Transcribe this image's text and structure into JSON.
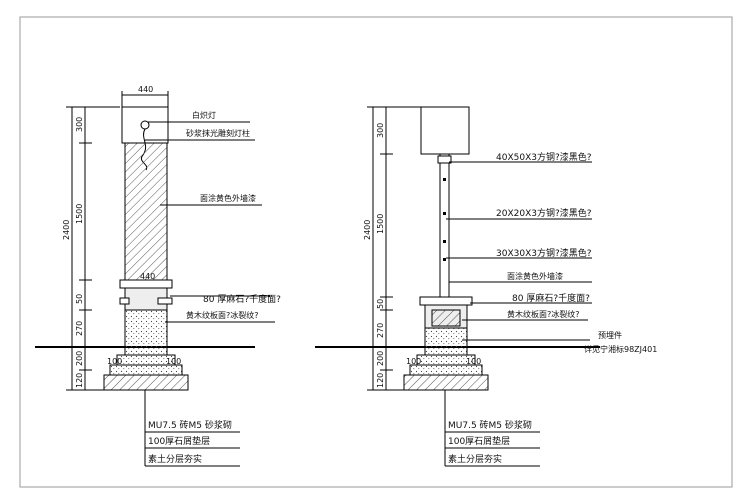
{
  "left": {
    "top_width": "440",
    "total_height": "2400",
    "segments": [
      "300",
      "1500",
      "50",
      "270",
      "200",
      "120"
    ],
    "mid_width": "440",
    "footing_dims": [
      "100",
      "100"
    ],
    "callouts": [
      "白炽灯",
      "砂浆抹光雕刻灯柱",
      "面涂黄色外墙漆",
      "80 厚麻石?千度面?",
      "黄木纹板面?冰裂纹?"
    ],
    "notes": [
      "MU7.5 砖M5 砂浆砌",
      "100厚石屑垫层",
      "素土分层夯实"
    ]
  },
  "right": {
    "total_height": "2400",
    "segments": [
      "300",
      "1500",
      "50",
      "270",
      "200",
      "120"
    ],
    "footing_dims": [
      "100",
      "100"
    ],
    "callouts": [
      "40X50X3方钢?漆黑色?",
      "20X20X3方钢?漆黑色?",
      "30X30X3方钢?漆黑色?",
      "面涂黄色外墙漆",
      "80 厚麻石?千度面?",
      "黄木纹板面?冰裂纹?",
      "预埋件",
      "详见宁湘标98ZJ401"
    ],
    "notes": [
      "MU7.5 砖M5 砂浆砌",
      "100厚石屑垫层",
      "素土分层夯实"
    ]
  }
}
